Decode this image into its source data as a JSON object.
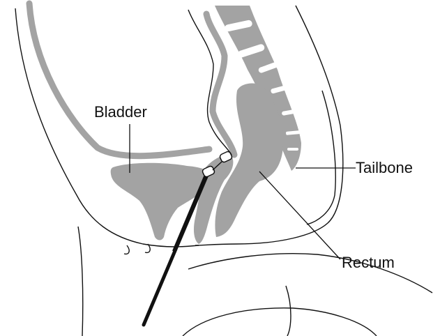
{
  "labels": {
    "bladder": "Bladder",
    "tailbone": "Tailbone",
    "rectum": "Rectum"
  },
  "colors": {
    "organ_fill": "#a3a3a3",
    "outline": "#111111",
    "background": "#ffffff"
  }
}
